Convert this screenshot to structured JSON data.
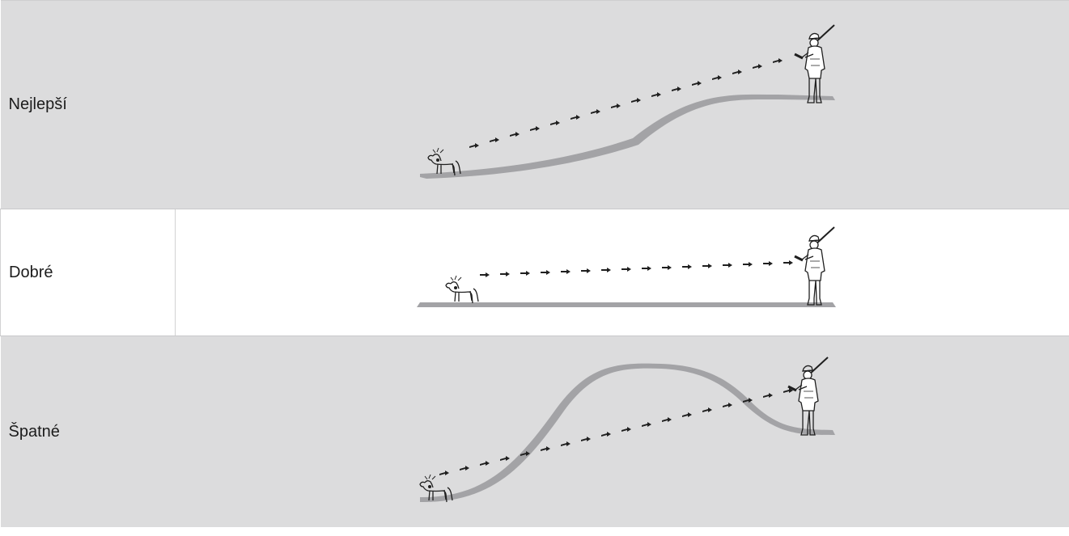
{
  "table": {
    "rows": [
      {
        "label": "Nejlepší",
        "terrain": "rising-slope",
        "shaded": true
      },
      {
        "label": "Dobré",
        "terrain": "flat",
        "shaded": false
      },
      {
        "label": "Špatné",
        "terrain": "hill-obstruction",
        "shaded": true
      }
    ]
  },
  "colors": {
    "shaded_row": "#dcdcdd",
    "ground": "#a3a3a6",
    "ink": "#1f1f1f"
  },
  "icons": [
    "dog-with-collar-icon",
    "hunter-with-handheld-icon",
    "signal-arrow-icon"
  ]
}
